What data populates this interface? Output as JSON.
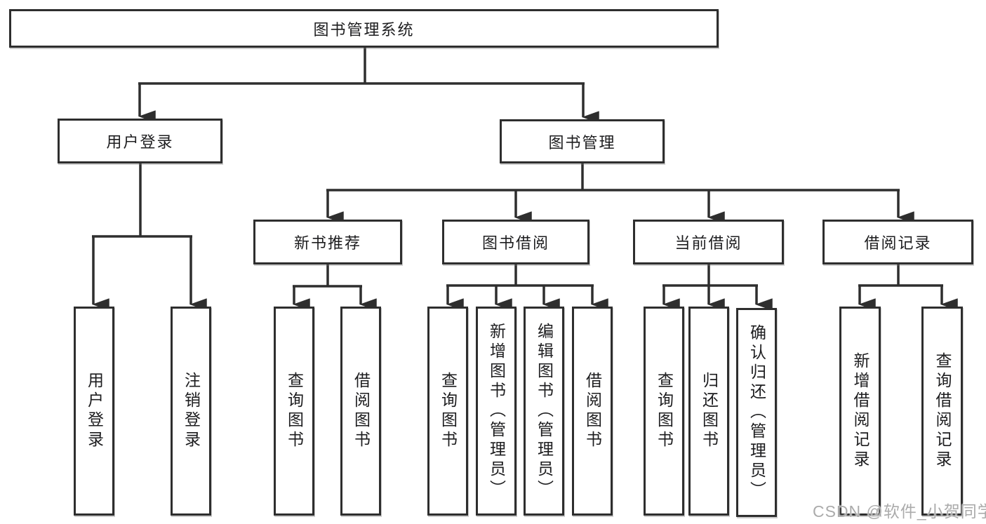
{
  "diagram": {
    "title": "图书管理系统",
    "root": {
      "label": "图书管理系统"
    },
    "level2": [
      {
        "label": "用户登录"
      },
      {
        "label": "图书管理"
      }
    ],
    "level3": [
      {
        "label": "新书推荐"
      },
      {
        "label": "图书借阅"
      },
      {
        "label": "当前借阅"
      },
      {
        "label": "借阅记录"
      }
    ],
    "leaves": {
      "user_login": [
        "用户登录",
        "注销登录"
      ],
      "new_book": [
        "查询图书",
        "借阅图书"
      ],
      "book_borrow": [
        "查询图书",
        "新增图书（管理员）",
        "编辑图书（管理员）",
        "借阅图书"
      ],
      "current_borrow": [
        "查询图书",
        "归还图书",
        "确认归还（管理员）"
      ],
      "borrow_record": [
        "新增借阅记录",
        "查询借阅记录"
      ]
    },
    "colors": {
      "line": "#2e2e2e",
      "box_border": "#2e2e2e",
      "box_fill": "#ffffff",
      "text": "#1d1d1f",
      "watermark": "#ababab"
    },
    "watermark": "CSDN @软件_小贺同学"
  }
}
